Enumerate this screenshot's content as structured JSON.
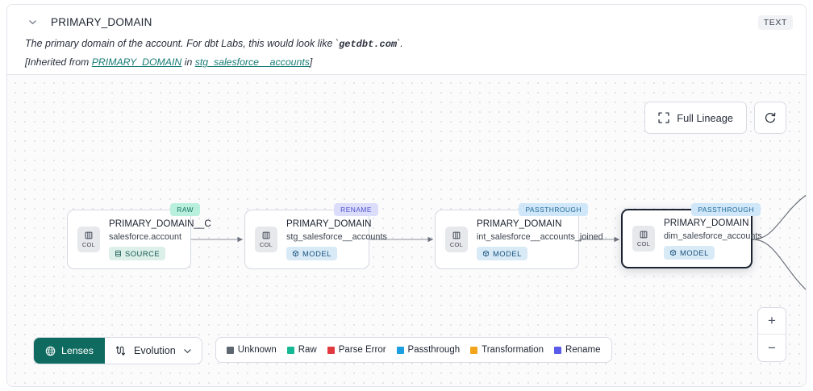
{
  "header": {
    "column_name": "PRIMARY_DOMAIN",
    "type_badge": "TEXT",
    "description_prefix": "The primary domain of the account. For dbt Labs, this would look like `",
    "description_code": "getdbt.com",
    "description_suffix": "`.",
    "inherited_prefix": "[Inherited from ",
    "inherited_link1": "PRIMARY_DOMAIN",
    "inherited_mid": " in ",
    "inherited_link2": "stg_salesforce__accounts",
    "inherited_suffix": "]"
  },
  "controls": {
    "full_lineage_label": "Full Lineage",
    "refresh_icon": "refresh-icon",
    "expand_icon": "expand-icon",
    "zoom_in": "+",
    "zoom_out": "−"
  },
  "lineage": {
    "nodes": [
      {
        "tag": "RAW",
        "title": "PRIMARY_DOMAIN__C",
        "subtitle": "salesforce.account",
        "kind": "SOURCE",
        "kind_icon": "database-icon",
        "selected": false
      },
      {
        "tag": "RENAME",
        "title": "PRIMARY_DOMAIN",
        "subtitle": "stg_salesforce__accounts",
        "kind": "MODEL",
        "kind_icon": "cube-icon",
        "selected": false
      },
      {
        "tag": "PASSTHROUGH",
        "title": "PRIMARY_DOMAIN",
        "subtitle": "int_salesforce__accounts_joined",
        "kind": "MODEL",
        "kind_icon": "cube-icon",
        "selected": false
      },
      {
        "tag": "PASSTHROUGH",
        "title": "PRIMARY_DOMAIN",
        "subtitle": "dim_salesforce_accounts",
        "kind": "MODEL",
        "kind_icon": "cube-icon",
        "selected": true
      }
    ],
    "col_badge_label": "COL"
  },
  "toolbar": {
    "lenses_label": "Lenses",
    "lenses_icon": "lens-icon",
    "evolution_label": "Evolution",
    "evolution_icon": "evolution-icon",
    "chevron_icon": "chevron-down-icon"
  },
  "legend": {
    "items": [
      {
        "label": "Unknown",
        "color": "#5e6670"
      },
      {
        "label": "Raw",
        "color": "#14b894"
      },
      {
        "label": "Parse Error",
        "color": "#e0393e"
      },
      {
        "label": "Passthrough",
        "color": "#1c9fe0"
      },
      {
        "label": "Transformation",
        "color": "#f2a51a"
      },
      {
        "label": "Rename",
        "color": "#5b5bea"
      }
    ]
  },
  "colors": {
    "accent_teal": "#0f6b60",
    "link_teal": "#167b74",
    "canvas_bg": "#fbfbfc"
  }
}
